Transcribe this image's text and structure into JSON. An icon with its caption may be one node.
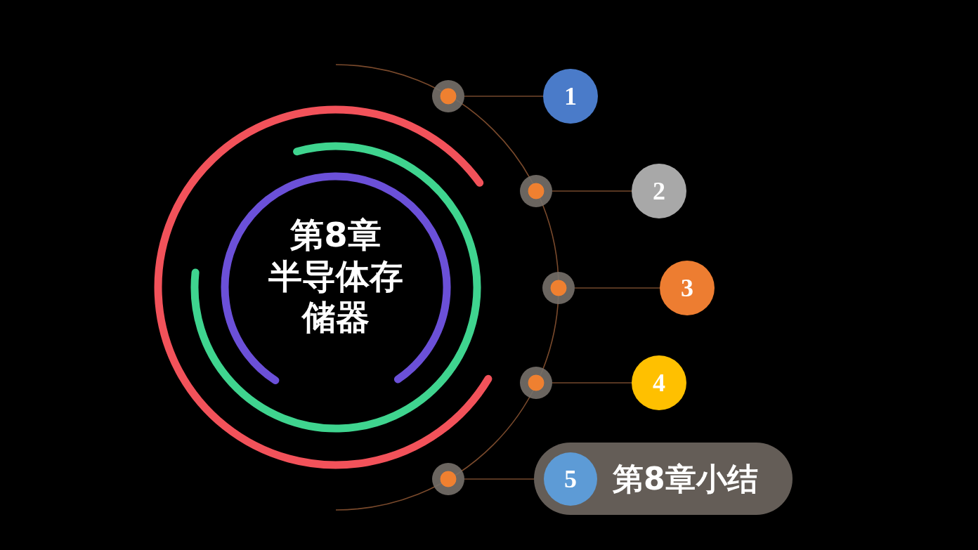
{
  "diagram": {
    "nodes": [
      {
        "text": [
          "第8章",
          "半导体存储器"
        ]
      },
      {
        "text": [],
        "shape": "circle"
      },
      {
        "text": [
          "1"
        ]
      },
      {
        "text": [],
        "shape": "circle"
      },
      {
        "text": [
          "2"
        ]
      },
      {
        "text": [],
        "shape": "circle"
      },
      {
        "text": [
          "3"
        ]
      },
      {
        "text": [],
        "shape": "circle"
      },
      {
        "text": [
          "4"
        ]
      },
      {
        "text": [],
        "shape": "circle"
      },
      {
        "text": [
          "第8章小结"
        ]
      },
      {
        "text": [
          "5"
        ],
        "in": 10
      }
    ],
    "edges": [
      {
        "from": 1,
        "to": 2,
        "arrow": "none"
      },
      {
        "from": 3,
        "to": 4,
        "arrow": "none"
      },
      {
        "from": 5,
        "to": 6,
        "arrow": "none"
      },
      {
        "from": 7,
        "to": 8,
        "arrow": "none"
      },
      {
        "from": 9,
        "to": 10,
        "arrow": "none"
      }
    ]
  }
}
